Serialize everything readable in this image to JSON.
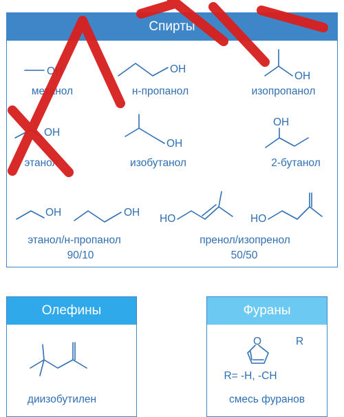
{
  "colors": {
    "alcohols_header": "#3f86c8",
    "olefins_header": "#30a9ea",
    "furans_header": "#6cc9f1",
    "border": "#3f86c8",
    "text": "#2f6fb2",
    "watermark": "#d81f1f"
  },
  "atoms": {
    "oh": "OH",
    "ho": "HO",
    "o": "O",
    "r": "R"
  },
  "alcohols": {
    "title": "Спирты",
    "methanol": "метанол",
    "n_propanol": "н-пропанол",
    "isopropanol": "изопропанол",
    "ethanol": "этанол",
    "isobutanol": "изобутанол",
    "butanol_2": "2-бутанол",
    "mix_ethanol_propanol": "этанол/н-пропанол",
    "mix_ethanol_propanol_ratio": "90/10",
    "mix_prenol": "пренол/изопренол",
    "mix_prenol_ratio": "50/50"
  },
  "olefins": {
    "title": "Олефины",
    "diisobutylene": "диизобутилен"
  },
  "furans": {
    "title": "Фураны",
    "substituents": "R= -H, -CH",
    "mixture": "смесь фуранов"
  }
}
